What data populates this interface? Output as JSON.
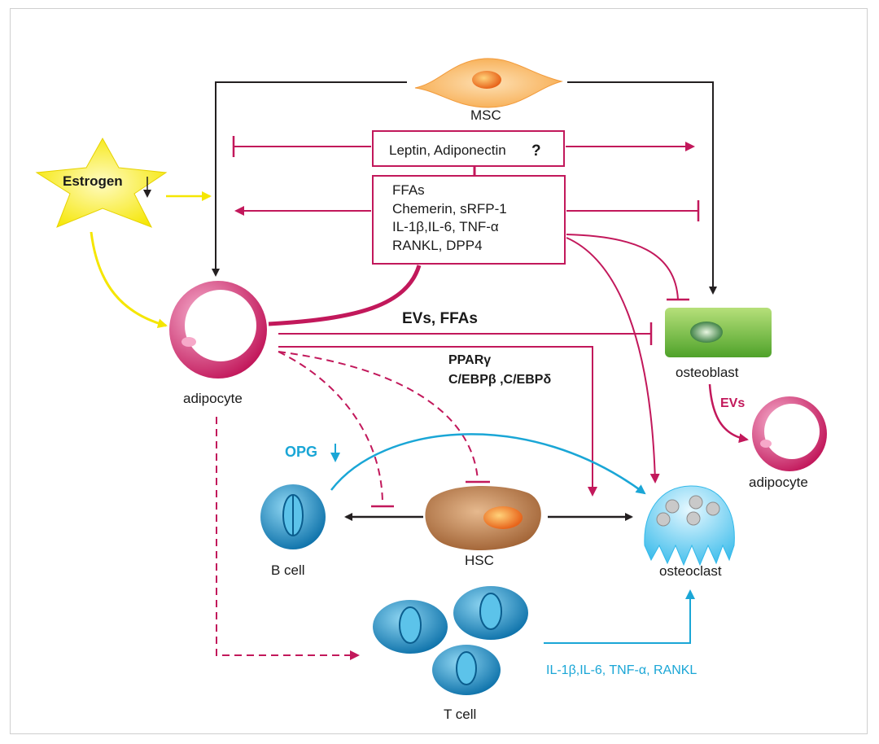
{
  "cells": {
    "msc": "MSC",
    "adipocyte": "adipocyte",
    "adipocyte_right": "adipocyte",
    "osteoblast": "osteoblast",
    "b_cell": "B cell",
    "hsc": "HSC",
    "osteoclast": "osteoclast",
    "t_cell": "T cell",
    "estrogen": "Estrogen"
  },
  "box_top": {
    "text": "Leptin, Adiponectin",
    "mark": "?"
  },
  "box_main": {
    "line1": "FFAs",
    "line2": "Chemerin, sRFP-1",
    "line3": "IL-1β,IL-6, TNF-α",
    "line4": "RANKL, DPP4"
  },
  "labels": {
    "evs_ffas": "EVs, FFAs",
    "ppar": "PPARγ",
    "cebp": "C/EBPβ ,C/EBPδ",
    "evs": "EVs",
    "opg": "OPG",
    "tcell_cytokines": "IL-1β,IL-6, TNF-α, RANKL"
  },
  "colors": {
    "magenta": "#c2185b",
    "black": "#231f20",
    "cyan": "#1aa6d6",
    "yellow": "#f5e600",
    "osteoblast_green": "#7cc242",
    "msc_orange": "#f7b25c"
  }
}
